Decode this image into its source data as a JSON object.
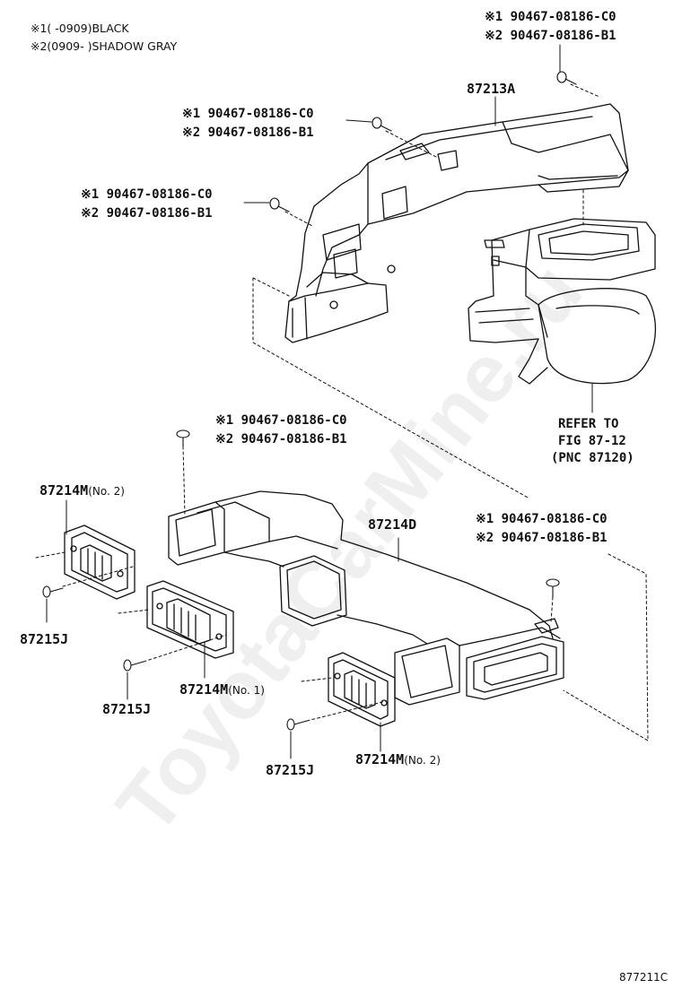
{
  "notes": {
    "line1": "※1(     -0909)BLACK",
    "line2": "※2(0909-     )SHADOW GRAY"
  },
  "screw_callouts": [
    {
      "c1": "※1 90467-08186-C0",
      "c2": "※2 90467-08186-B1"
    },
    {
      "c1": "※1 90467-08186-C0",
      "c2": "※2 90467-08186-B1"
    },
    {
      "c1": "※1 90467-08186-C0",
      "c2": "※2 90467-08186-B1"
    },
    {
      "c1": "※1 90467-08186-C0",
      "c2": "※2 90467-08186-B1"
    },
    {
      "c1": "※1 90467-08186-C0",
      "c2": "※2 90467-08186-B1"
    }
  ],
  "parts": {
    "duct_upper": "87213A",
    "duct_lower": "87214D",
    "register_a": {
      "code": "87214M",
      "sub": "(No. 2)"
    },
    "register_b": {
      "code": "87214M",
      "sub": "(No. 1)"
    },
    "register_c": {
      "code": "87214M",
      "sub": "(No. 2)"
    },
    "screw_a": "87215J",
    "screw_b": "87215J",
    "screw_c": "87215J"
  },
  "refer": {
    "line1": "REFER TO",
    "line2": "FIG 87-12",
    "line3": "(PNC 87120)"
  },
  "watermark": "ToyotaCarMine.ru",
  "figure_id": "877211C"
}
